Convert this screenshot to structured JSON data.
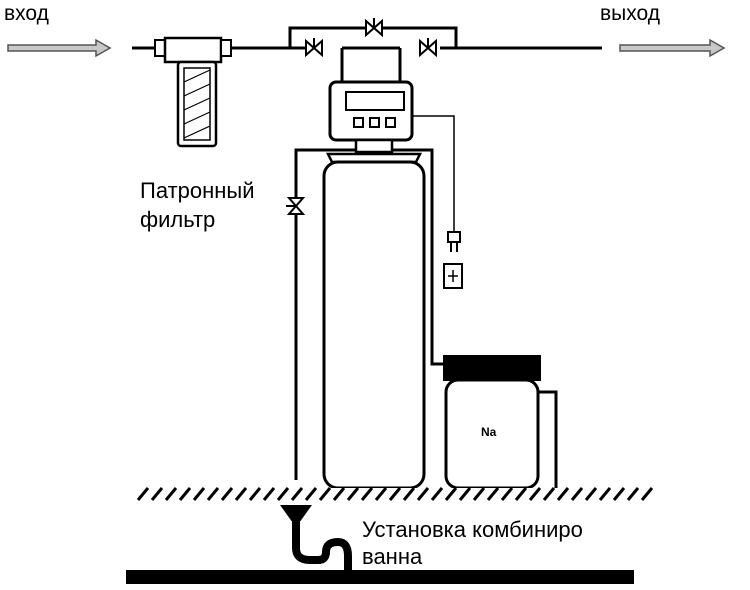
{
  "labels": {
    "inlet": "вход",
    "outlet": "выход",
    "cartridge_filter": "Патронный фильтр",
    "installation": "Установка комбинированна",
    "salt_tank": "Na"
  },
  "controller": {
    "display": "",
    "buttons": 3
  },
  "colors": {
    "line": "#000000",
    "arrow_fill": "#c8c8c8",
    "tank_fill": "#ffffff",
    "background": "#ffffff"
  }
}
